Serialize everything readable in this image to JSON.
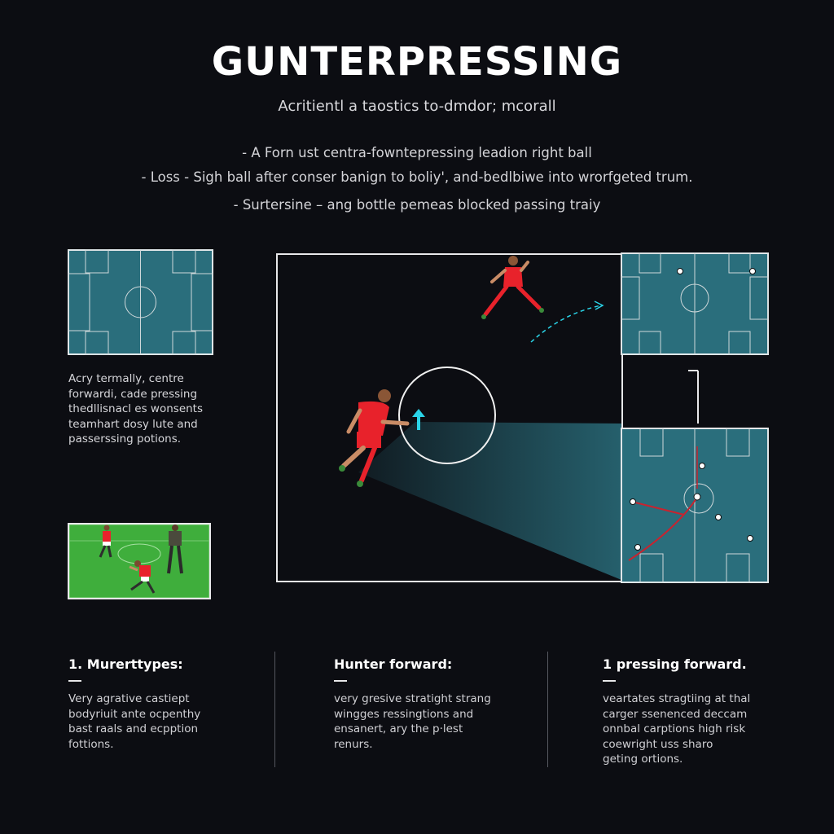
{
  "header": {
    "title": "GUNTERPRESSING",
    "subtitle": "Acritientl a taostics to-dmdor; mcorall"
  },
  "bullets": [
    "- A Forn ust centrа-fowntepressing leadion right ball",
    "- Loss - Sigh ball after conser banign to boliy', and-bedlbiwe into wrorfgeted trum.",
    "- Surtersine – ang bottle pemeas blocked passing traiy"
  ],
  "left_caption": [
    "Acry termally, centre",
    "forwardi, cade pressing",
    "thedllisnacl es wonsents",
    "teamhart dosy lute and",
    "passerssing potions."
  ],
  "columns": [
    {
      "heading": "1. Murerttypes:",
      "lines": [
        "Very agrative castiept",
        "bodyriuit ante ocpenthy",
        "bast raals and ecpption",
        "fottions."
      ]
    },
    {
      "heading": "Hunter forward:",
      "lines": [
        "very gresive stratight strang",
        "wingges ressingtions and",
        "ensanert, ary the p·lest",
        "renurs."
      ]
    },
    {
      "heading": "1 pressing forward.",
      "lines": [
        "veartates stragtiing at thal",
        "carger ssenenced deccam",
        "onnbal carptions high risk",
        "coewright uss sharo",
        "geting ortions."
      ]
    }
  ],
  "colors": {
    "background": "#0c0d12",
    "pitch_teal": "#2a6e7c",
    "pitch_green": "#3fae3c",
    "player_red": "#e8222b",
    "pass_arrow_red": "#c8232f",
    "highlight_cyan": "#2ad4e8",
    "line_white": "#e8e8ea"
  }
}
